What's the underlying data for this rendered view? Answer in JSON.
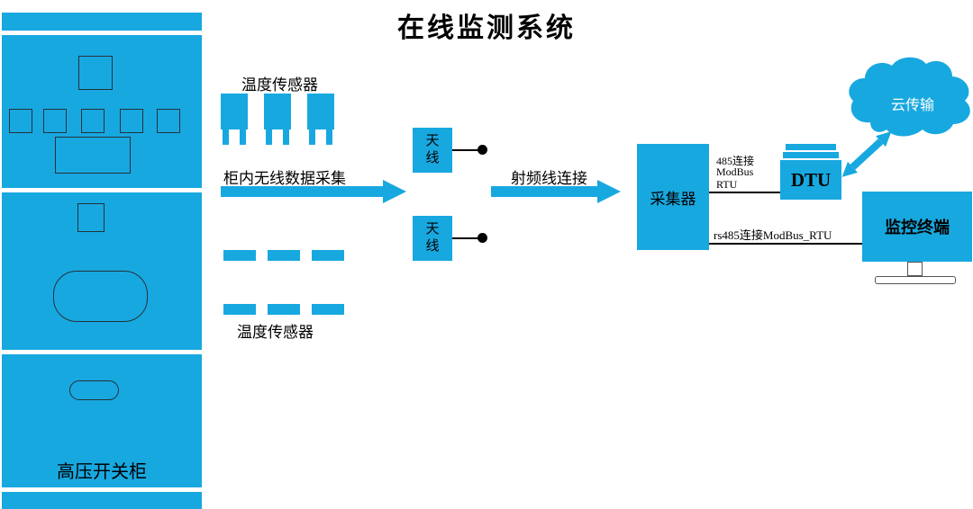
{
  "title": "在线监测系统",
  "colors": {
    "accent": "#18a8e0",
    "ink": "#000000",
    "cloud_text": "#ffffff"
  },
  "cabinet": {
    "label": "高压开关柜"
  },
  "sensor_group_top": {
    "label": "温度传感器"
  },
  "sensor_group_bottom": {
    "label": "温度传感器"
  },
  "flow": {
    "collect_arrow_label": "柜内无线数据采集",
    "rf_arrow_label": "射频线连接"
  },
  "antennas": [
    {
      "label": "天线"
    },
    {
      "label": "天线"
    }
  ],
  "collector": {
    "label": "采集器"
  },
  "dtu": {
    "label": "DTU"
  },
  "cloud": {
    "label": "云传输"
  },
  "monitor": {
    "label": "监控终端"
  },
  "links": {
    "dtu_link": {
      "line1": "485连接",
      "line2": "ModBus",
      "line3": "RTU"
    },
    "monitor_link": {
      "label": "rs485连接ModBus_RTU"
    }
  }
}
